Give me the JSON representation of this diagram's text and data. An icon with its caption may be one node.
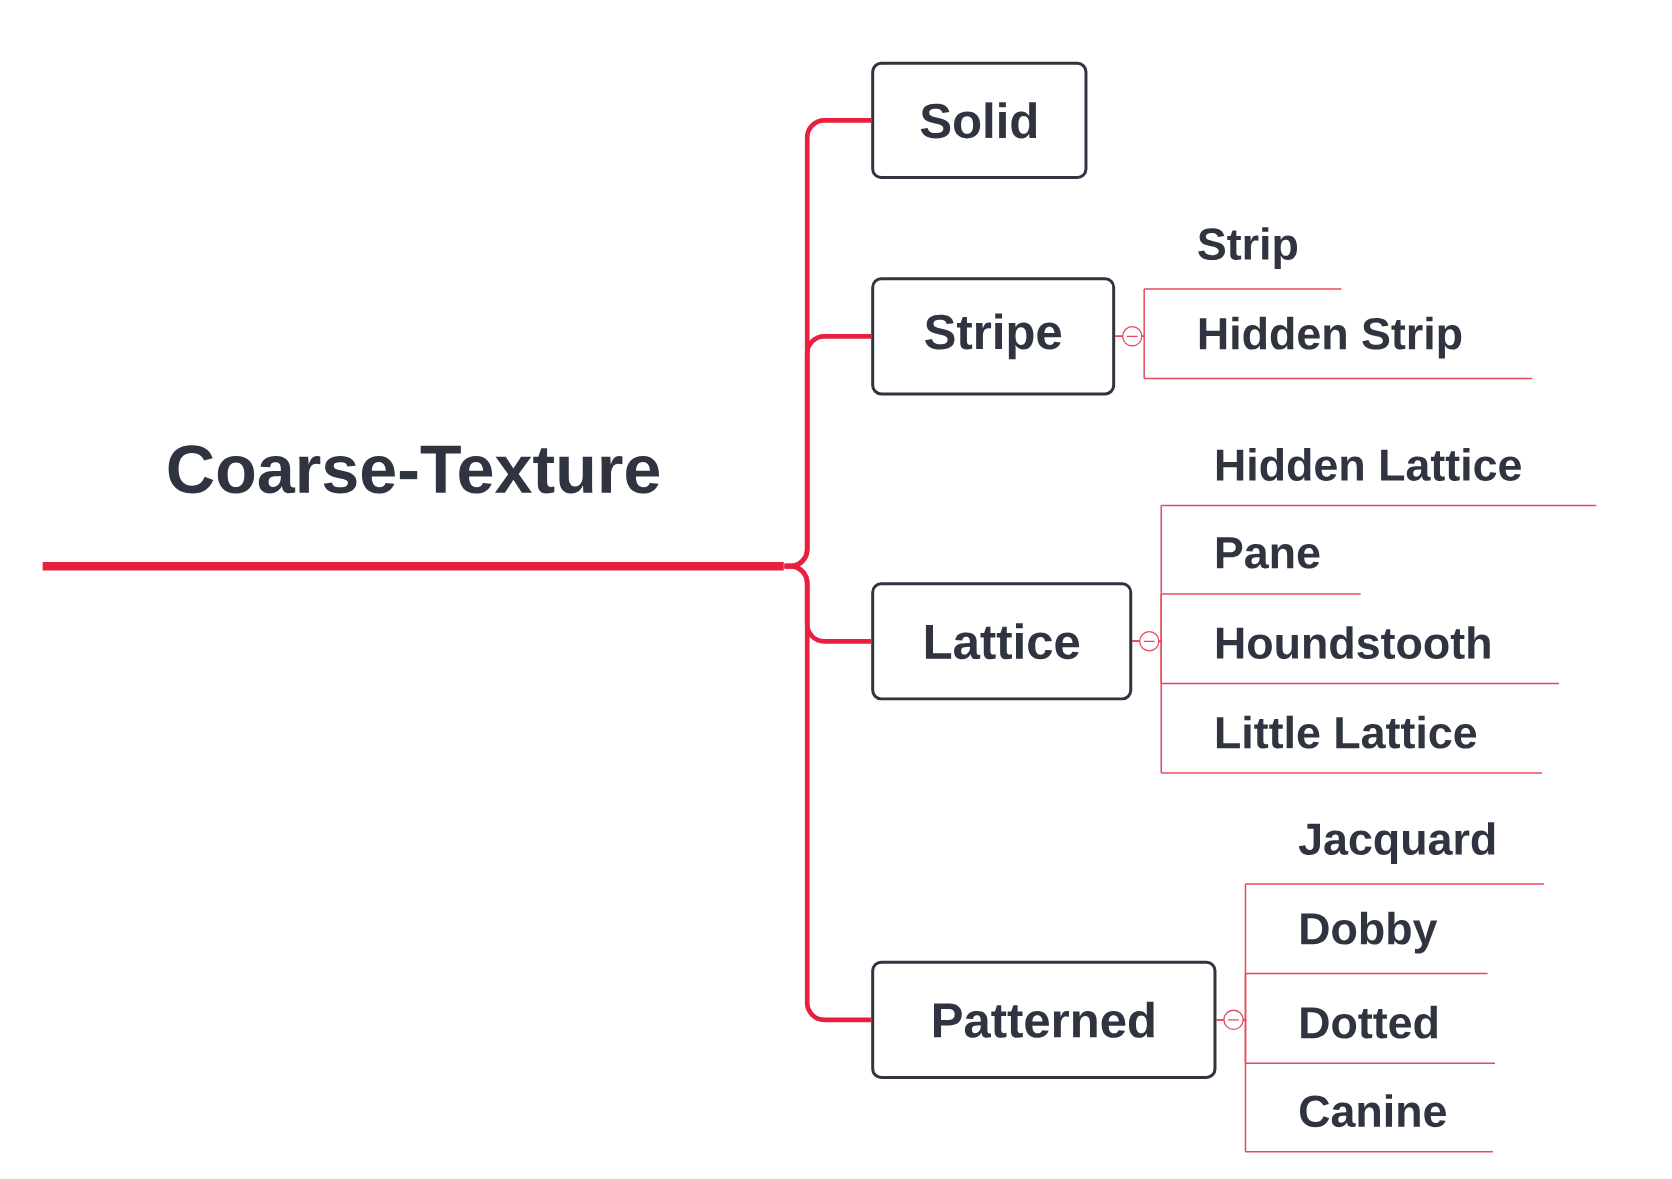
{
  "diagram": {
    "nodes": [
      {
        "text": [
          "Coarse-Texture"
        ]
      },
      {
        "text": [
          "Solid"
        ]
      },
      {
        "text": [
          "Stripe"
        ]
      },
      {
        "text": [
          "Strip"
        ]
      },
      {
        "text": [
          "Hidden Strip"
        ]
      },
      {
        "text": [
          "Lattice"
        ]
      },
      {
        "text": [
          "Hidden Lattice"
        ]
      },
      {
        "text": [
          "Pane"
        ]
      },
      {
        "text": [
          "Houndstooth"
        ]
      },
      {
        "text": [
          "Little Lattice"
        ]
      },
      {
        "text": [
          "Patterned"
        ]
      },
      {
        "text": [
          "Jacquard"
        ]
      },
      {
        "text": [
          "Dobby"
        ]
      },
      {
        "text": [
          "Dotted"
        ]
      },
      {
        "text": [
          "Canine"
        ]
      }
    ],
    "edges": [
      {
        "from": 0,
        "to": 1,
        "arrow": "none",
        "style": "thick",
        "color": "#e8203e"
      },
      {
        "from": 0,
        "to": 2,
        "arrow": "none",
        "style": "thick",
        "color": "#e8203e"
      },
      {
        "from": 0,
        "to": 5,
        "arrow": "none",
        "style": "thick",
        "color": "#e8203e"
      },
      {
        "from": 0,
        "to": 10,
        "arrow": "none",
        "style": "thick",
        "color": "#e8203e"
      },
      {
        "from": 2,
        "to": 3,
        "arrow": "none"
      },
      {
        "from": 2,
        "to": 4,
        "arrow": "none"
      },
      {
        "from": 5,
        "to": 6,
        "arrow": "none"
      },
      {
        "from": 5,
        "to": 7,
        "arrow": "none"
      },
      {
        "from": 5,
        "to": 8,
        "arrow": "none"
      },
      {
        "from": 5,
        "to": 9,
        "arrow": "none"
      },
      {
        "from": 10,
        "to": 11,
        "arrow": "none"
      },
      {
        "from": 10,
        "to": 12,
        "arrow": "none"
      },
      {
        "from": 10,
        "to": 13,
        "arrow": "none"
      },
      {
        "from": 10,
        "to": 14,
        "arrow": "none"
      }
    ]
  }
}
